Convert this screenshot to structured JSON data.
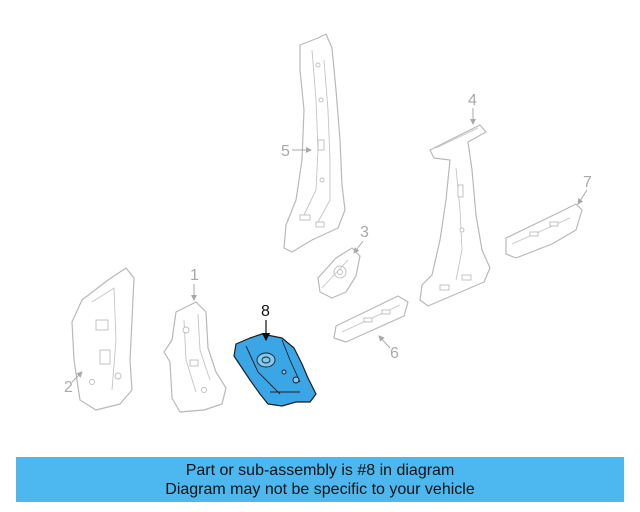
{
  "diagram": {
    "highlighted_part": "8",
    "highlight_color": "#3aa6e6",
    "parts": [
      {
        "callout": "1"
      },
      {
        "callout": "2"
      },
      {
        "callout": "3"
      },
      {
        "callout": "4"
      },
      {
        "callout": "5"
      },
      {
        "callout": "6"
      },
      {
        "callout": "7"
      },
      {
        "callout": "8"
      }
    ]
  },
  "banner": {
    "line1": "Part or sub-assembly is #8 in diagram",
    "line2": "Diagram may not be specific to your vehicle",
    "background": "#4db8f0"
  }
}
